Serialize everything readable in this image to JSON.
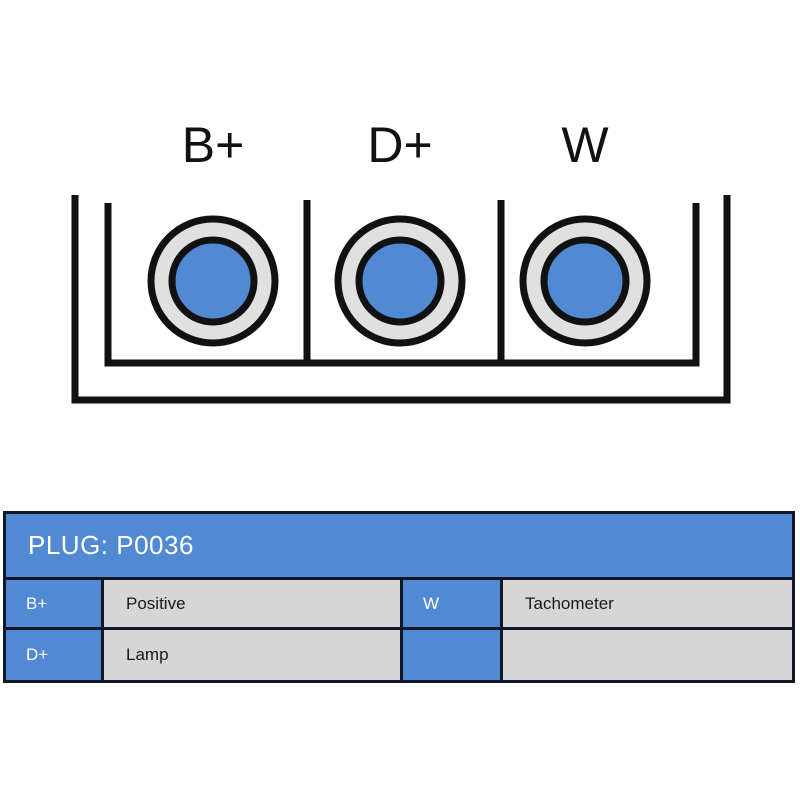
{
  "diagram": {
    "type": "electrical-connector-pinout",
    "terminals": [
      {
        "label": "B+"
      },
      {
        "label": "D+"
      },
      {
        "label": "W"
      }
    ],
    "colors": {
      "terminal_center": "#5189D3",
      "terminal_ring": "#E0E0E0",
      "outline": "#111111"
    }
  },
  "table": {
    "header": "PLUG: P0036",
    "rows": [
      {
        "pin_left": "B+",
        "desc_left": "Positive",
        "pin_right": "W",
        "desc_right": "Tachometer"
      },
      {
        "pin_left": "D+",
        "desc_left": "Lamp",
        "pin_right": "",
        "desc_right": ""
      }
    ],
    "colors": {
      "accent": "#5189D3",
      "cell": "#D6D6D6",
      "border": "#101828",
      "header_text": "#ffffff"
    }
  }
}
